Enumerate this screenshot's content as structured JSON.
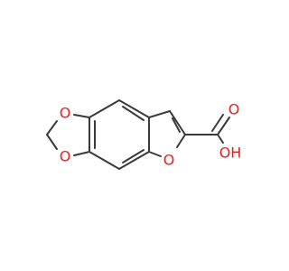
{
  "molecule": {
    "atoms": {
      "o_dioxole_top": "O",
      "o_dioxole_bottom": "O",
      "o_furan": "O",
      "o_carbonyl": "O",
      "o_hydroxyl": "OH"
    },
    "colors": {
      "bond": "#3a3a3a",
      "oxygen": "#e8201c"
    }
  }
}
